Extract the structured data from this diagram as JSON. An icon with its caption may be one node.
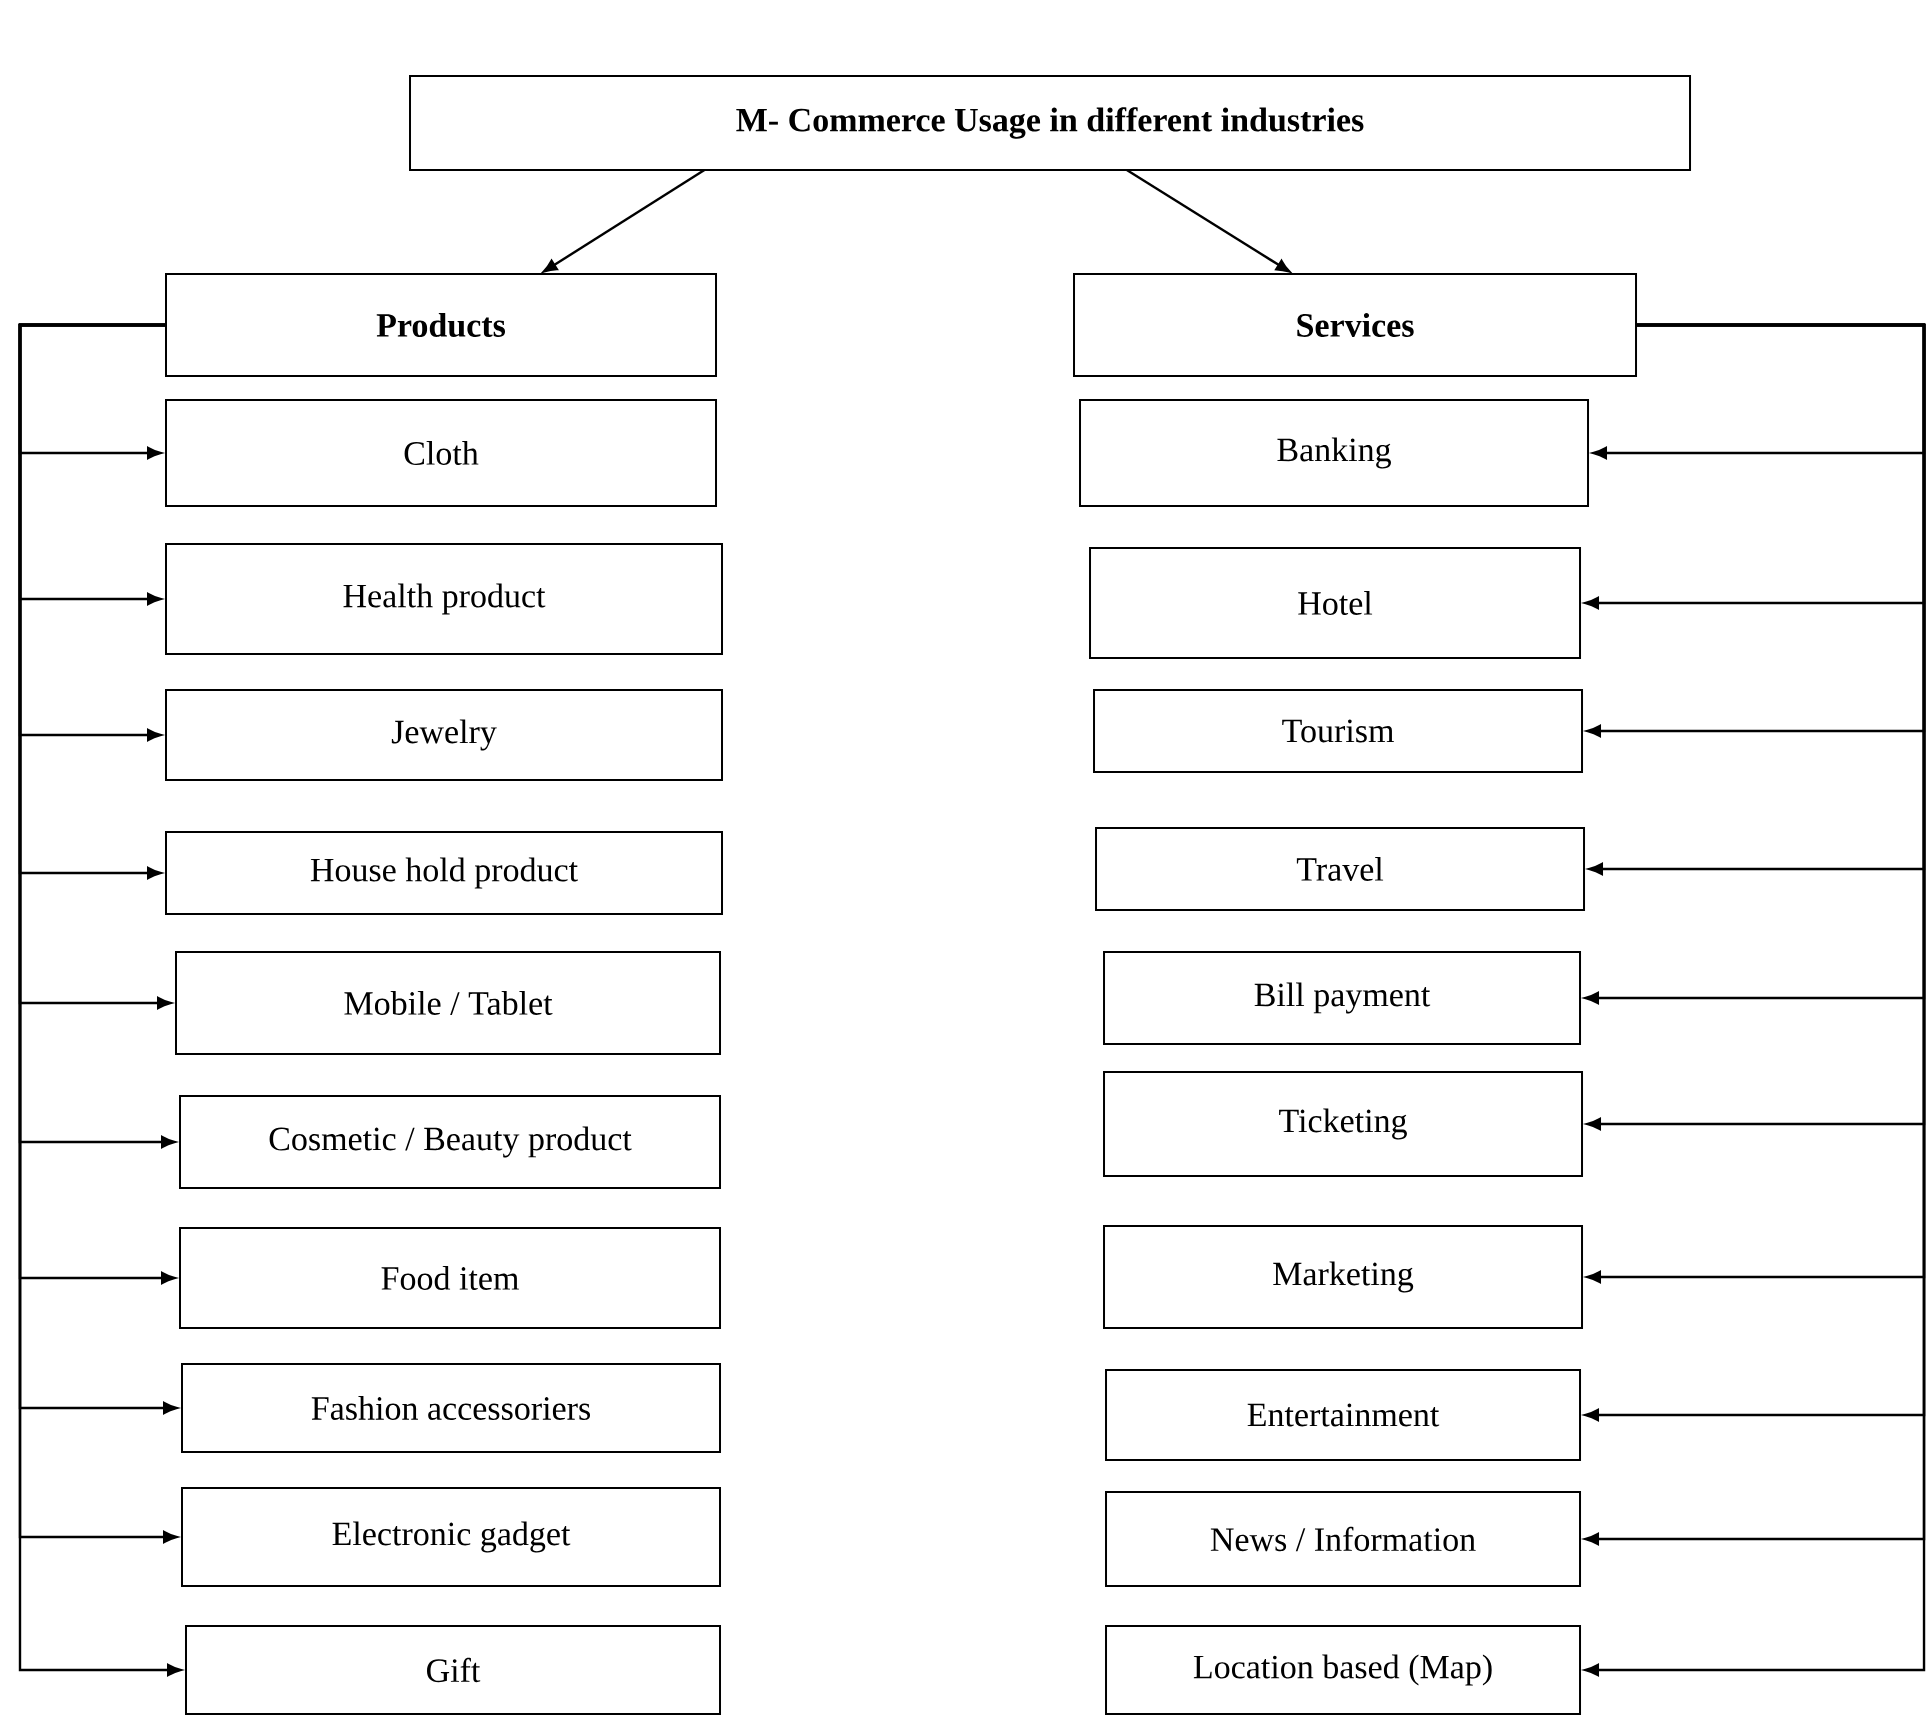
{
  "diagram": {
    "nodes": [
      {
        "text": [
          "M- Commerce Usage in different industries"
        ]
      },
      {
        "text": [
          "Products"
        ]
      },
      {
        "text": [
          "Services"
        ]
      },
      {
        "text": [
          "Cloth"
        ]
      },
      {
        "text": [
          "Health product"
        ]
      },
      {
        "text": [
          "Jewelry"
        ]
      },
      {
        "text": [
          "House hold product"
        ]
      },
      {
        "text": [
          "Mobile / Tablet"
        ]
      },
      {
        "text": [
          "Cosmetic / Beauty product"
        ]
      },
      {
        "text": [
          "Food item"
        ]
      },
      {
        "text": [
          "Fashion accessoriers"
        ]
      },
      {
        "text": [
          "Electronic gadget"
        ]
      },
      {
        "text": [
          "Gift"
        ]
      },
      {
        "text": [
          "Banking"
        ]
      },
      {
        "text": [
          "Hotel"
        ]
      },
      {
        "text": [
          "Tourism"
        ]
      },
      {
        "text": [
          "Travel"
        ]
      },
      {
        "text": [
          "Bill payment"
        ]
      },
      {
        "text": [
          "Ticketing"
        ]
      },
      {
        "text": [
          "Marketing"
        ]
      },
      {
        "text": [
          "Entertainment"
        ]
      },
      {
        "text": [
          "News / Information"
        ]
      },
      {
        "text": [
          "Location based (Map)"
        ]
      }
    ],
    "edges": [
      {
        "from": 0,
        "to": 1,
        "arrow": "to"
      },
      {
        "from": 0,
        "to": 2,
        "arrow": "to"
      },
      {
        "from": 1,
        "to": 3,
        "arrow": "to"
      },
      {
        "from": 1,
        "to": 4,
        "arrow": "to"
      },
      {
        "from": 1,
        "to": 5,
        "arrow": "to"
      },
      {
        "from": 1,
        "to": 6,
        "arrow": "to"
      },
      {
        "from": 1,
        "to": 7,
        "arrow": "to"
      },
      {
        "from": 1,
        "to": 8,
        "arrow": "to"
      },
      {
        "from": 1,
        "to": 9,
        "arrow": "to"
      },
      {
        "from": 1,
        "to": 10,
        "arrow": "to"
      },
      {
        "from": 1,
        "to": 11,
        "arrow": "to"
      },
      {
        "from": 1,
        "to": 12,
        "arrow": "to"
      },
      {
        "from": 2,
        "to": 13,
        "arrow": "to"
      },
      {
        "from": 2,
        "to": 14,
        "arrow": "to"
      },
      {
        "from": 2,
        "to": 15,
        "arrow": "to"
      },
      {
        "from": 2,
        "to": 16,
        "arrow": "to"
      },
      {
        "from": 2,
        "to": 17,
        "arrow": "to"
      },
      {
        "from": 2,
        "to": 18,
        "arrow": "to"
      },
      {
        "from": 2,
        "to": 19,
        "arrow": "to"
      },
      {
        "from": 2,
        "to": 20,
        "arrow": "to"
      },
      {
        "from": 2,
        "to": 21,
        "arrow": "to"
      },
      {
        "from": 2,
        "to": 22,
        "arrow": "to"
      }
    ]
  }
}
